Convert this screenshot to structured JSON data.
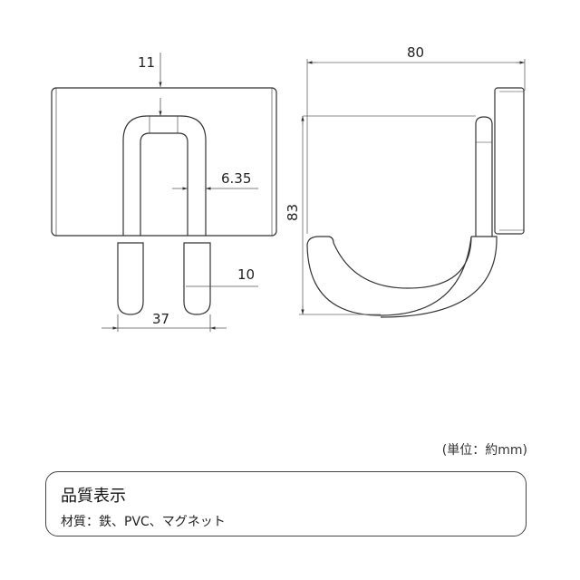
{
  "dimensions": {
    "top_offset": "11",
    "wire_diameter": "6.35",
    "leg_width": "10",
    "leg_spacing": "37",
    "depth": "80",
    "height": "83"
  },
  "unit_note": "(単位：約mm)",
  "spec": {
    "title": "品質表示",
    "material": "材質：鉄、PVC、マグネット"
  },
  "colors": {
    "line": "#333333",
    "dim_line": "#777777"
  }
}
